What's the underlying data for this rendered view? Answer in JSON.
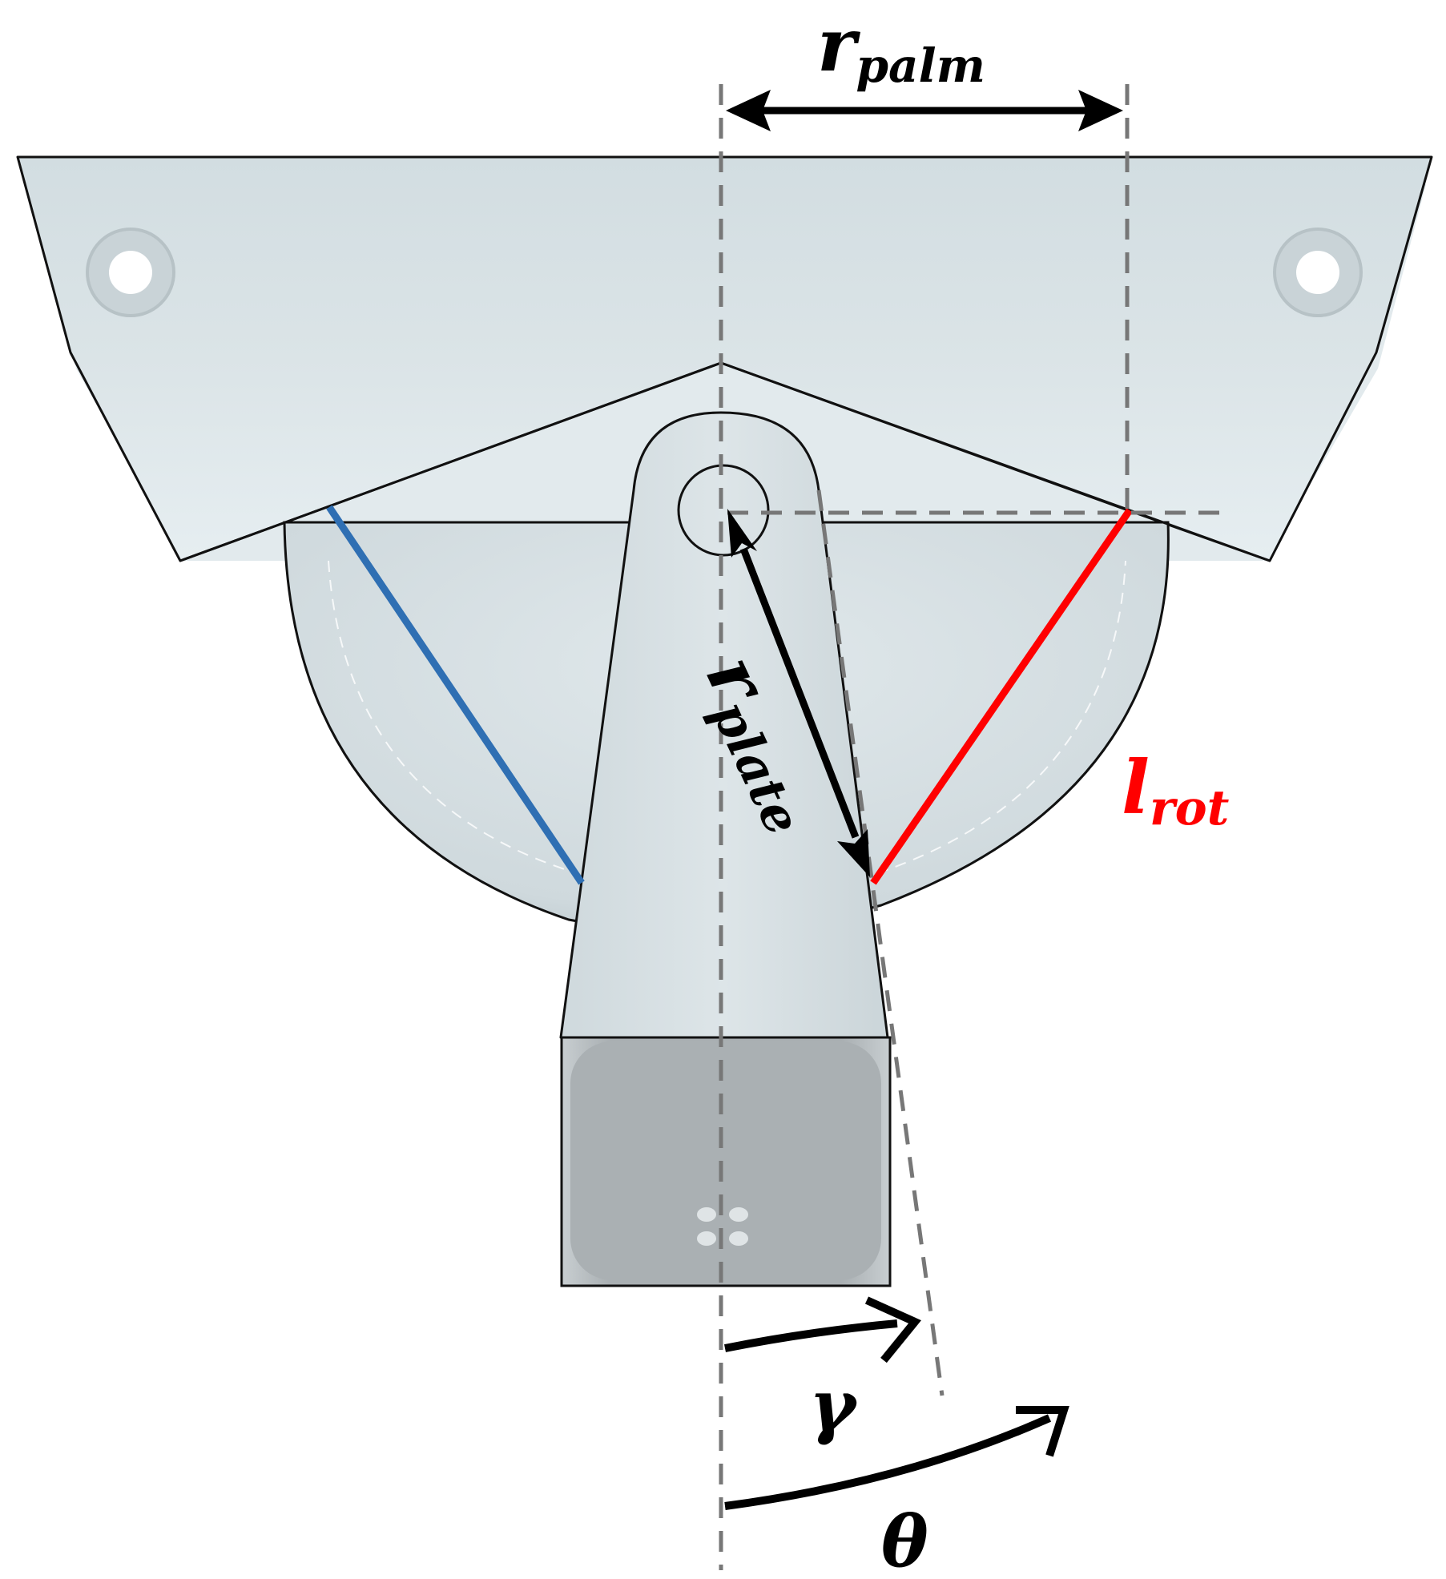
{
  "labels": {
    "r_palm_main": "r",
    "r_palm_sub": "palm",
    "r_plate_main": "r",
    "r_plate_sub": "plate",
    "l_rot_main": "l",
    "l_rot_sub": "rot",
    "gamma": "γ",
    "theta": "θ"
  },
  "colors": {
    "body_fill": "#d4dee2",
    "body_stroke": "#111111",
    "block_fill": "#aeb3b6",
    "dashed": "#777777",
    "blue_line": "#2f6fb3",
    "red_line": "#ff0000",
    "arrow": "#000000",
    "label": "#000000",
    "label_red": "#ff0000"
  },
  "icons": {
    "mount_hole": "circle",
    "pivot_joint": "circle"
  }
}
